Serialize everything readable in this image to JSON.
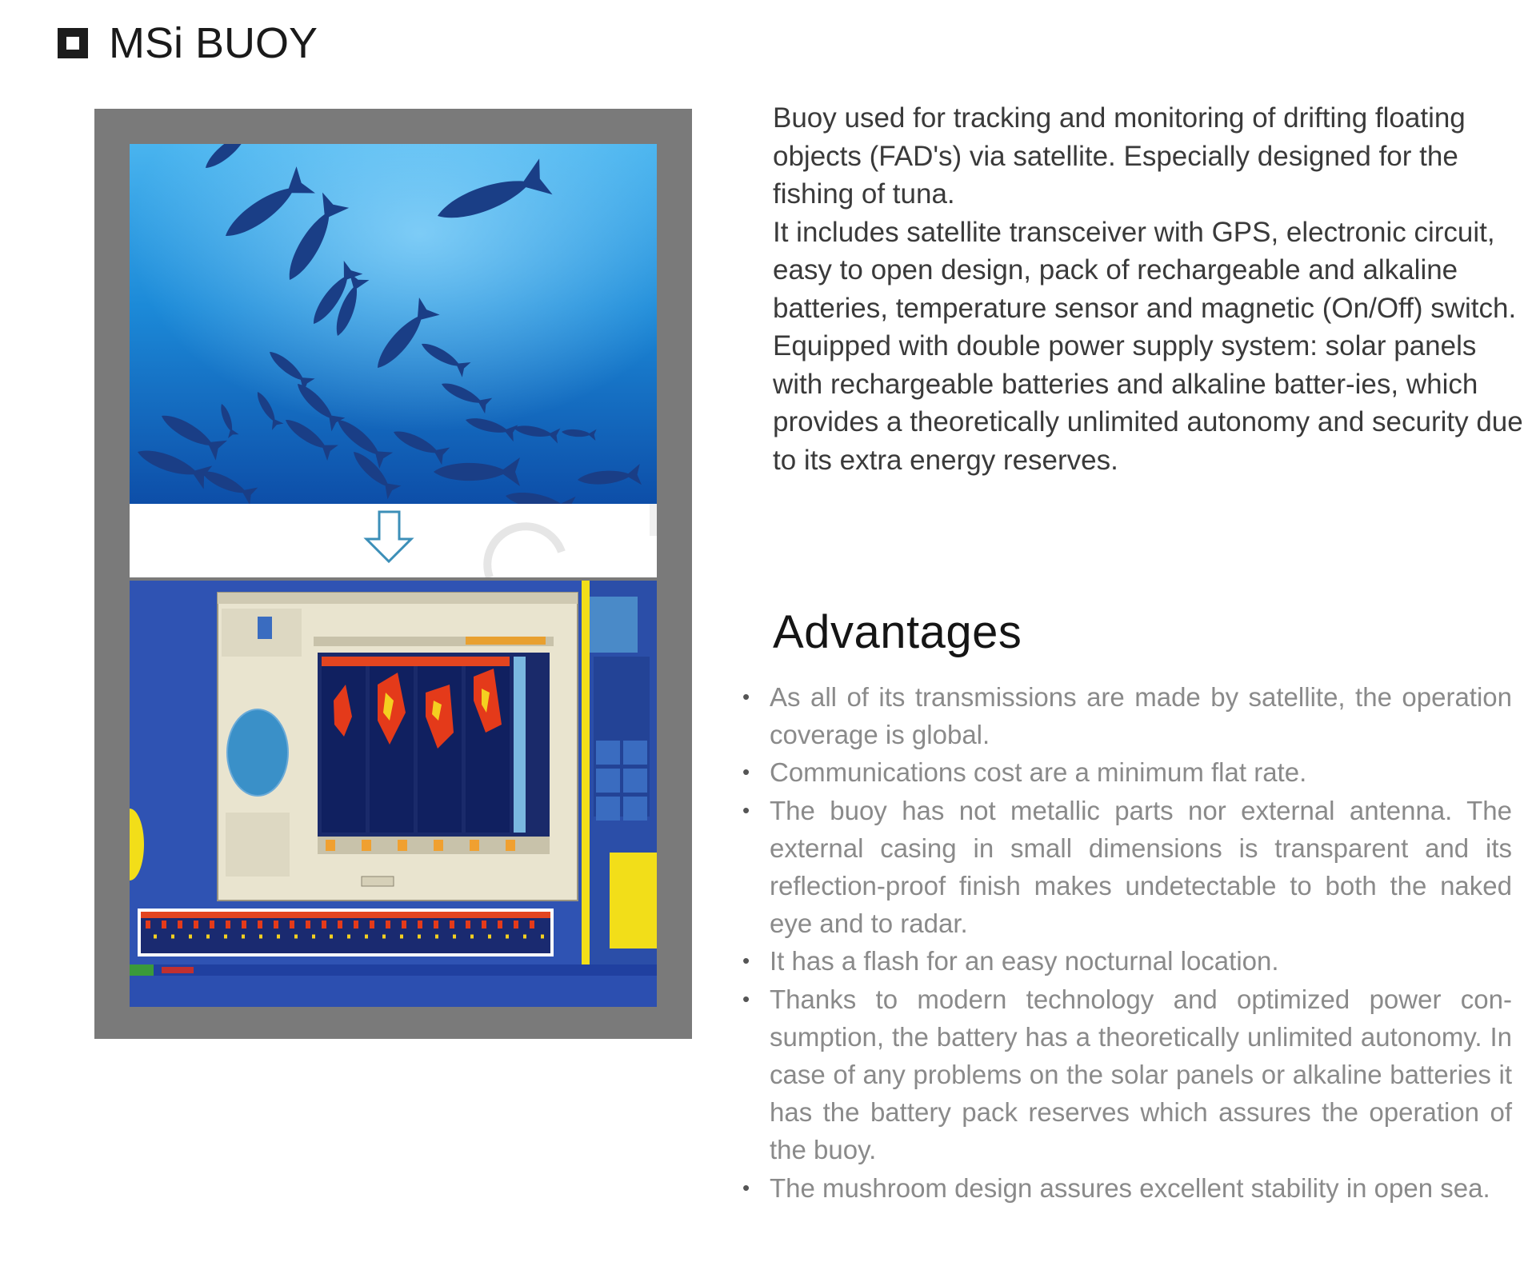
{
  "header": {
    "title": "MSi BUOY"
  },
  "description": {
    "paragraphs": [
      "Buoy used for tracking and monitoring of drifting floating objects (FAD's) via satellite. Especially designed for the fishing of tuna.",
      "It includes satellite transceiver with GPS, electronic circuit, easy to open design, pack of rechargeable and alkaline batteries, temperature sensor and magnetic (On/Off) switch.",
      "Equipped with double power supply system: solar panels with rechargeable batteries and alkaline batter-ies, which provides a theoretically unlimited autonomy and security due to its extra energy reserves."
    ]
  },
  "advantages": {
    "heading": "Advantages",
    "items": [
      "As all of its transmissions are made by satellite, the operation coverage is global.",
      "Communications cost are a minimum flat rate.",
      "The buoy has not metallic parts nor external antenna. The external casing in small dimensions is transparent and its reflection-proof finish makes undetectable to both the naked eye and to radar.",
      "It has a flash for an easy nocturnal location.",
      "Thanks to modern technology and optimized power con-sumption, the battery has a theoretically unlimited autonomy. In case of any problems on the solar panels or alkaline batteries it has the battery pack reserves which assures the operation of the buoy.",
      "The mushroom design assures excellent stability in open sea."
    ]
  },
  "colors": {
    "frame": "#7a7a7a",
    "ocean": "#1b7fd0",
    "screen": "#2c4fb0"
  },
  "icons": {
    "title_marker": "square-icon",
    "arrow": "down-arrow-icon"
  }
}
